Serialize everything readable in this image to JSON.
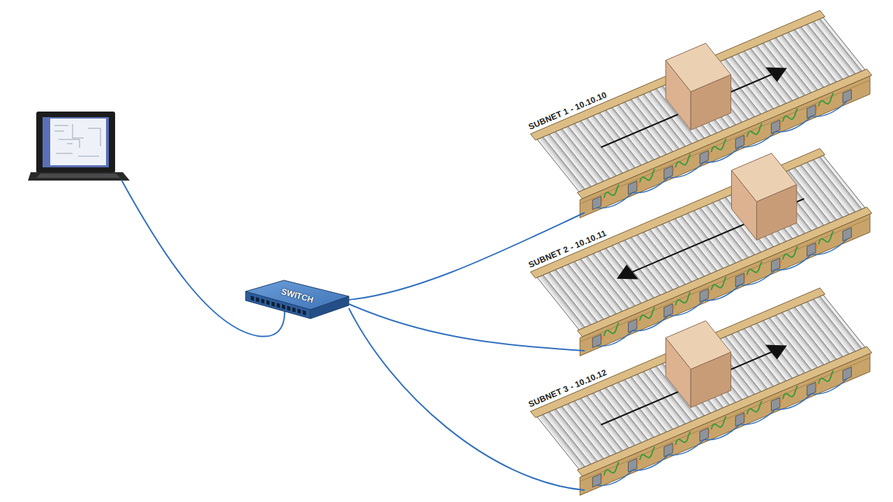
{
  "diagram": {
    "nodes": [
      {
        "text": [
          "SWITCH"
        ]
      },
      {
        "text": [
          "SUBNET 1 - 10.10.10"
        ]
      },
      {
        "text": [
          "SUBNET 2 - 10.10.11"
        ]
      },
      {
        "text": [
          "SUBNET 3 - 10.10.12"
        ]
      }
    ],
    "edges": [
      {
        "from": 0,
        "to": 1,
        "arrow": "none"
      },
      {
        "from": 0,
        "to": 2,
        "arrow": "none"
      },
      {
        "from": 0,
        "to": 3,
        "arrow": "none"
      }
    ]
  }
}
